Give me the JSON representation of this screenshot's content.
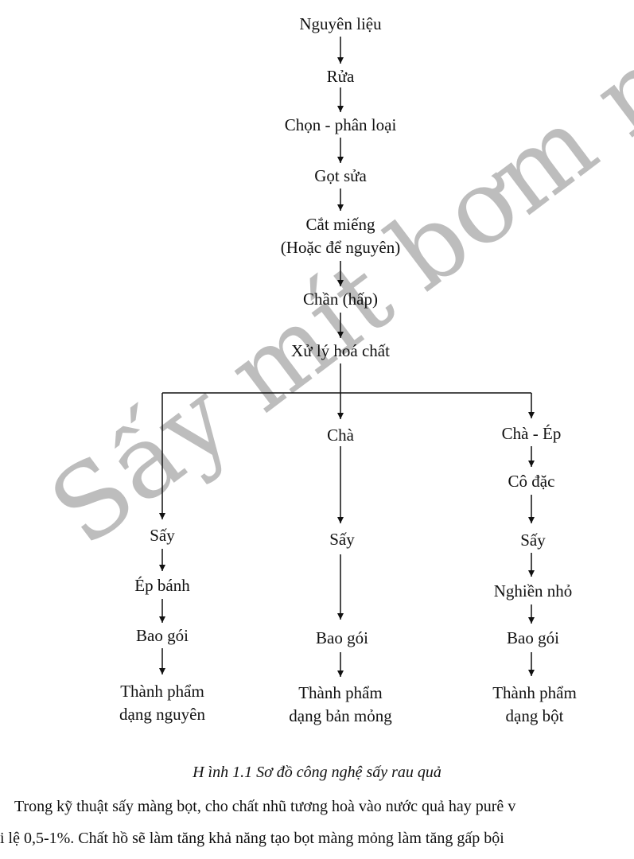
{
  "flowchart": {
    "main": {
      "n1": "Nguyên liệu",
      "n2": "Rửa",
      "n3": "Chọn - phân loại",
      "n4": "Gọt sửa",
      "n5_line1": "Cắt miếng",
      "n5_line2": "(Hoặc để nguyên)",
      "n6": "Chần (hấp)",
      "n7": "Xử lý hoá chất"
    },
    "left_branch": {
      "s1": "Sấy",
      "s2": "Ép bánh",
      "s3": "Bao gói",
      "s4_line1": "Thành phẩm",
      "s4_line2": "dạng nguyên"
    },
    "middle_branch": {
      "s1": "Chà",
      "s2": "Sấy",
      "s3": "Bao gói",
      "s4_line1": "Thành phẩm",
      "s4_line2": "dạng bản mỏng"
    },
    "right_branch": {
      "s1": "Chà - Ép",
      "s2": "Cô đặc",
      "s3": "Sấy",
      "s4": "Nghiền nhỏ",
      "s5": "Bao gói",
      "s6_line1": "Thành phẩm",
      "s6_line2": "dạng bột"
    }
  },
  "caption": "H ình 1.1  Sơ đồ công nghệ sấy rau quả",
  "paragraph": {
    "line1": "Trong kỹ thuật sấy màng bọt, cho chất nhũ tương hoà vào nước quả hay purê v",
    "line2": "i lệ 0,5-1%. Chất hồ sẽ làm tăng khả năng tạo bọt màng mỏng làm tăng gấp bội"
  },
  "watermark": "Sấy mít bơm nhiệt"
}
